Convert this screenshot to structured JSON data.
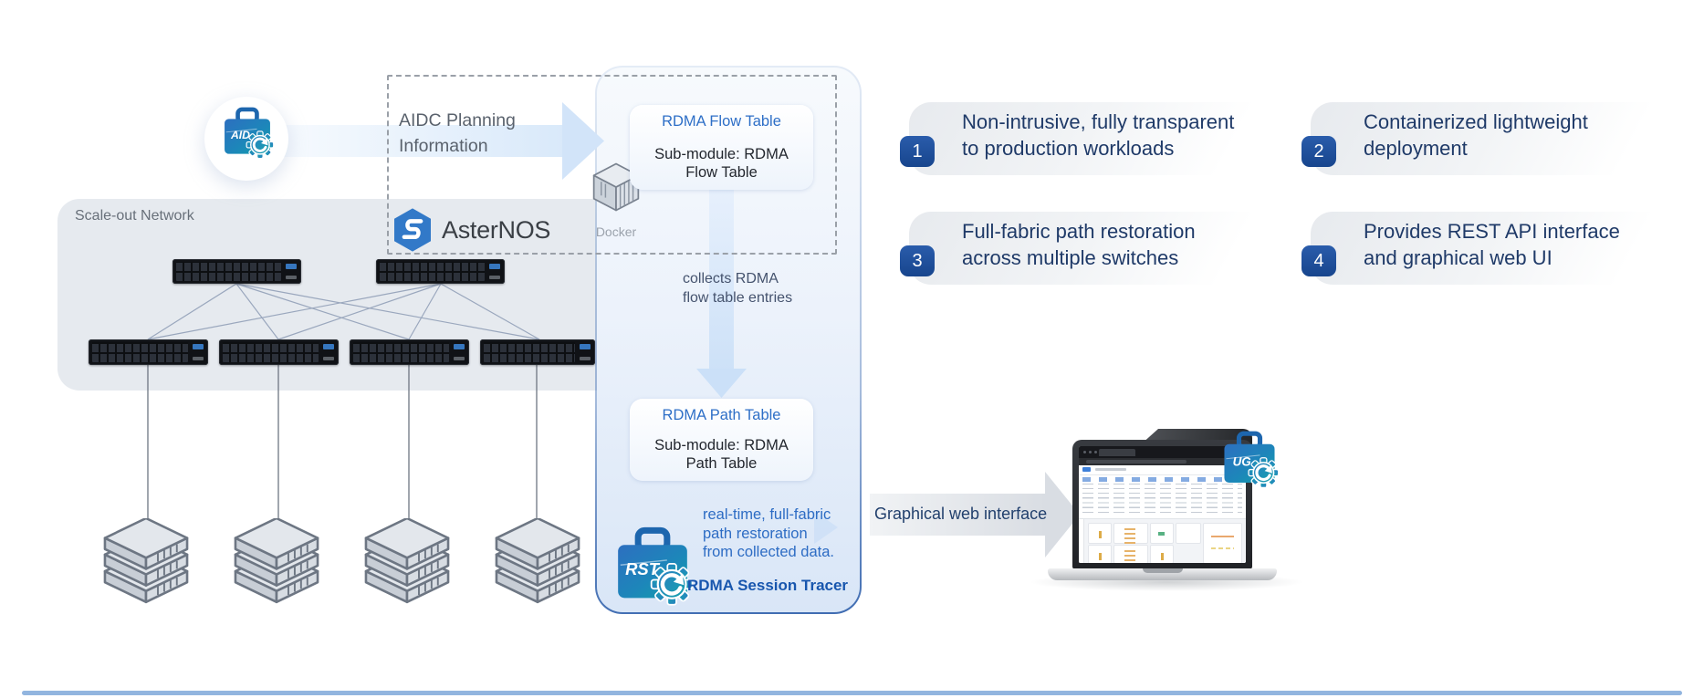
{
  "left": {
    "aid_icon_label": "AID",
    "arrow_label_line1": "AIDC Planning",
    "arrow_label_line2": "Information",
    "network_label": "Scale-out Network",
    "asternos_label": "AsterNOS",
    "docker_label": "Docker"
  },
  "panel": {
    "flow_table_title": "RDMA Flow Table",
    "flow_table_sub_line1": "Sub-module: RDMA",
    "flow_table_sub_line2": "Flow Table",
    "collects_line1": "collects RDMA",
    "collects_line2": "flow table entries",
    "path_table_title": "RDMA Path Table",
    "path_table_sub_line1": "Sub-module: RDMA",
    "path_table_sub_line2": "Path Table",
    "rst_icon_label": "RST",
    "note_line1": "real-time, full-fabric",
    "note_line2": "path restoration",
    "note_line3": "from collected data.",
    "tracer_label": "RDMA Session Tracer"
  },
  "features": [
    {
      "number": "1",
      "line1": "Non-intrusive, fully transparent",
      "line2": "to production workloads"
    },
    {
      "number": "2",
      "line1": "Containerized lightweight",
      "line2": "deployment"
    },
    {
      "number": "3",
      "line1": "Full-fabric path restoration",
      "line2": "across multiple switches"
    },
    {
      "number": "4",
      "line1": "Provides REST API interface",
      "line2": "and graphical web UI"
    }
  ],
  "web": {
    "arrow_label": "Graphical web interface",
    "ug_icon_label": "UG"
  },
  "colors": {
    "accent_blue": "#2e6fc7",
    "navy_text": "#1f3a68",
    "badge_blue": "#1d509f",
    "tracer_blue": "#1856ae",
    "panel_border_blue": "#3f6cb2",
    "arrow_light_blue": "#d2e4f9",
    "icon_gradient_start": "#2d6fc0",
    "icon_gradient_end": "#10a2a8",
    "gray_panel": "#e6eaef"
  }
}
